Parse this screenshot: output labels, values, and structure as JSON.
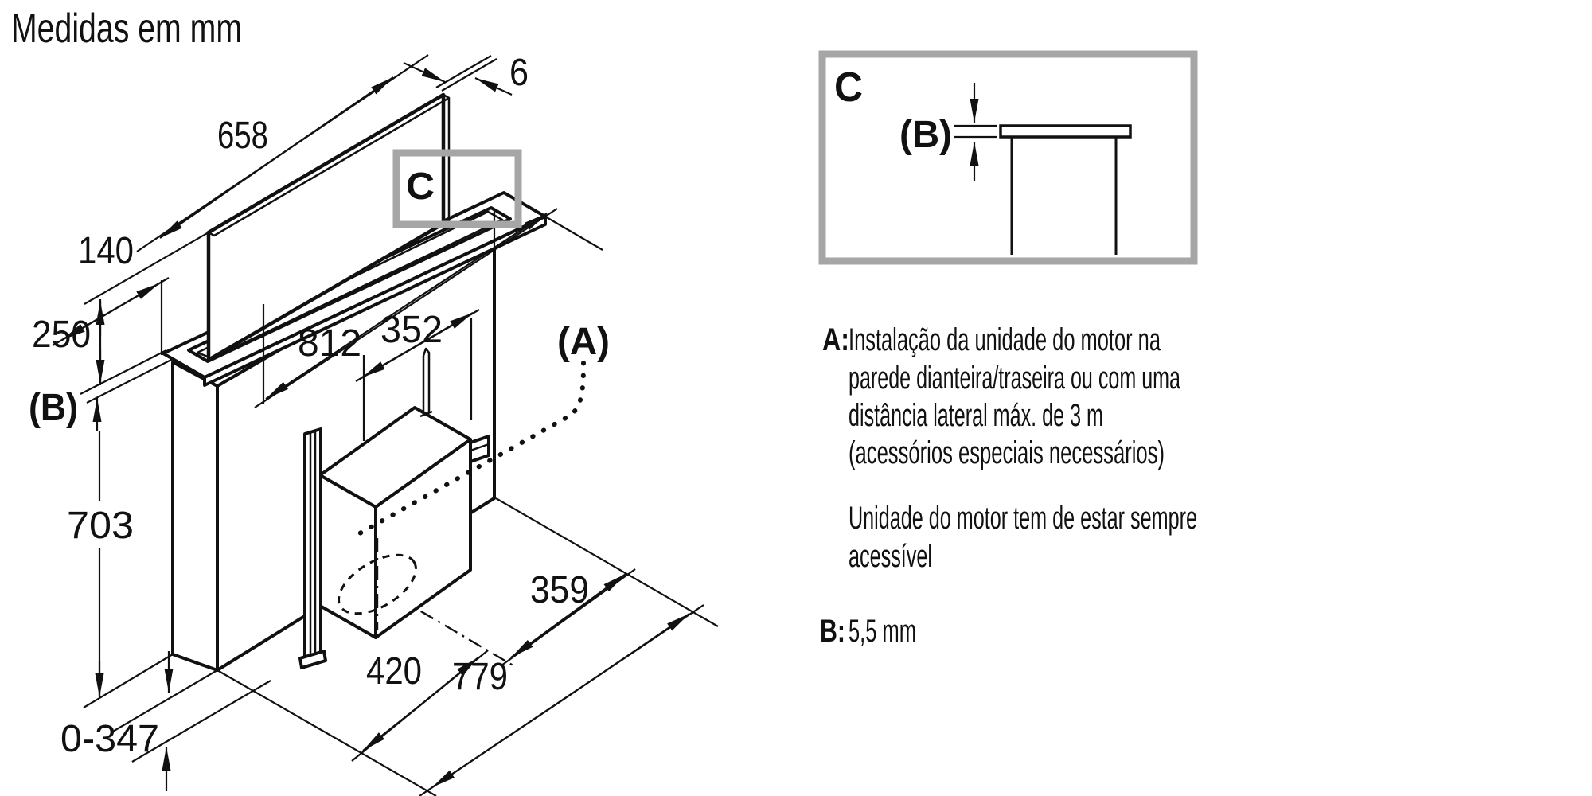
{
  "title": "Medidas em mm",
  "drawing": {
    "dim_panel_width": "658",
    "dim_panel_thickness": "6",
    "dim_offset": "140",
    "dim_extension": "250",
    "dim_gap_ref": "(B)",
    "dim_slot_width": "812",
    "dim_motor_width": "352",
    "dim_motor_ref": "(A)",
    "dim_height": "703",
    "dim_side": "359",
    "dim_duct": "420",
    "dim_total": "779",
    "dim_front_range": "0-347",
    "detail_ref": "C"
  },
  "detail_box": {
    "label": "C",
    "gap_ref": "(B)"
  },
  "legend": {
    "a_label": "A:",
    "a_lines": [
      "Instalação da unidade do motor na",
      "parede dianteira/traseira ou com uma",
      "distância lateral máx. de 3 m",
      "(acessórios especiais necessários)"
    ],
    "a_note": [
      "Unidade do motor tem de estar sempre",
      "acessível"
    ],
    "b_label": "B:",
    "b_value": "5,5 mm"
  },
  "colors": {
    "ink": "#111111",
    "detail_border": "#a6a6a6",
    "background": "#ffffff"
  }
}
